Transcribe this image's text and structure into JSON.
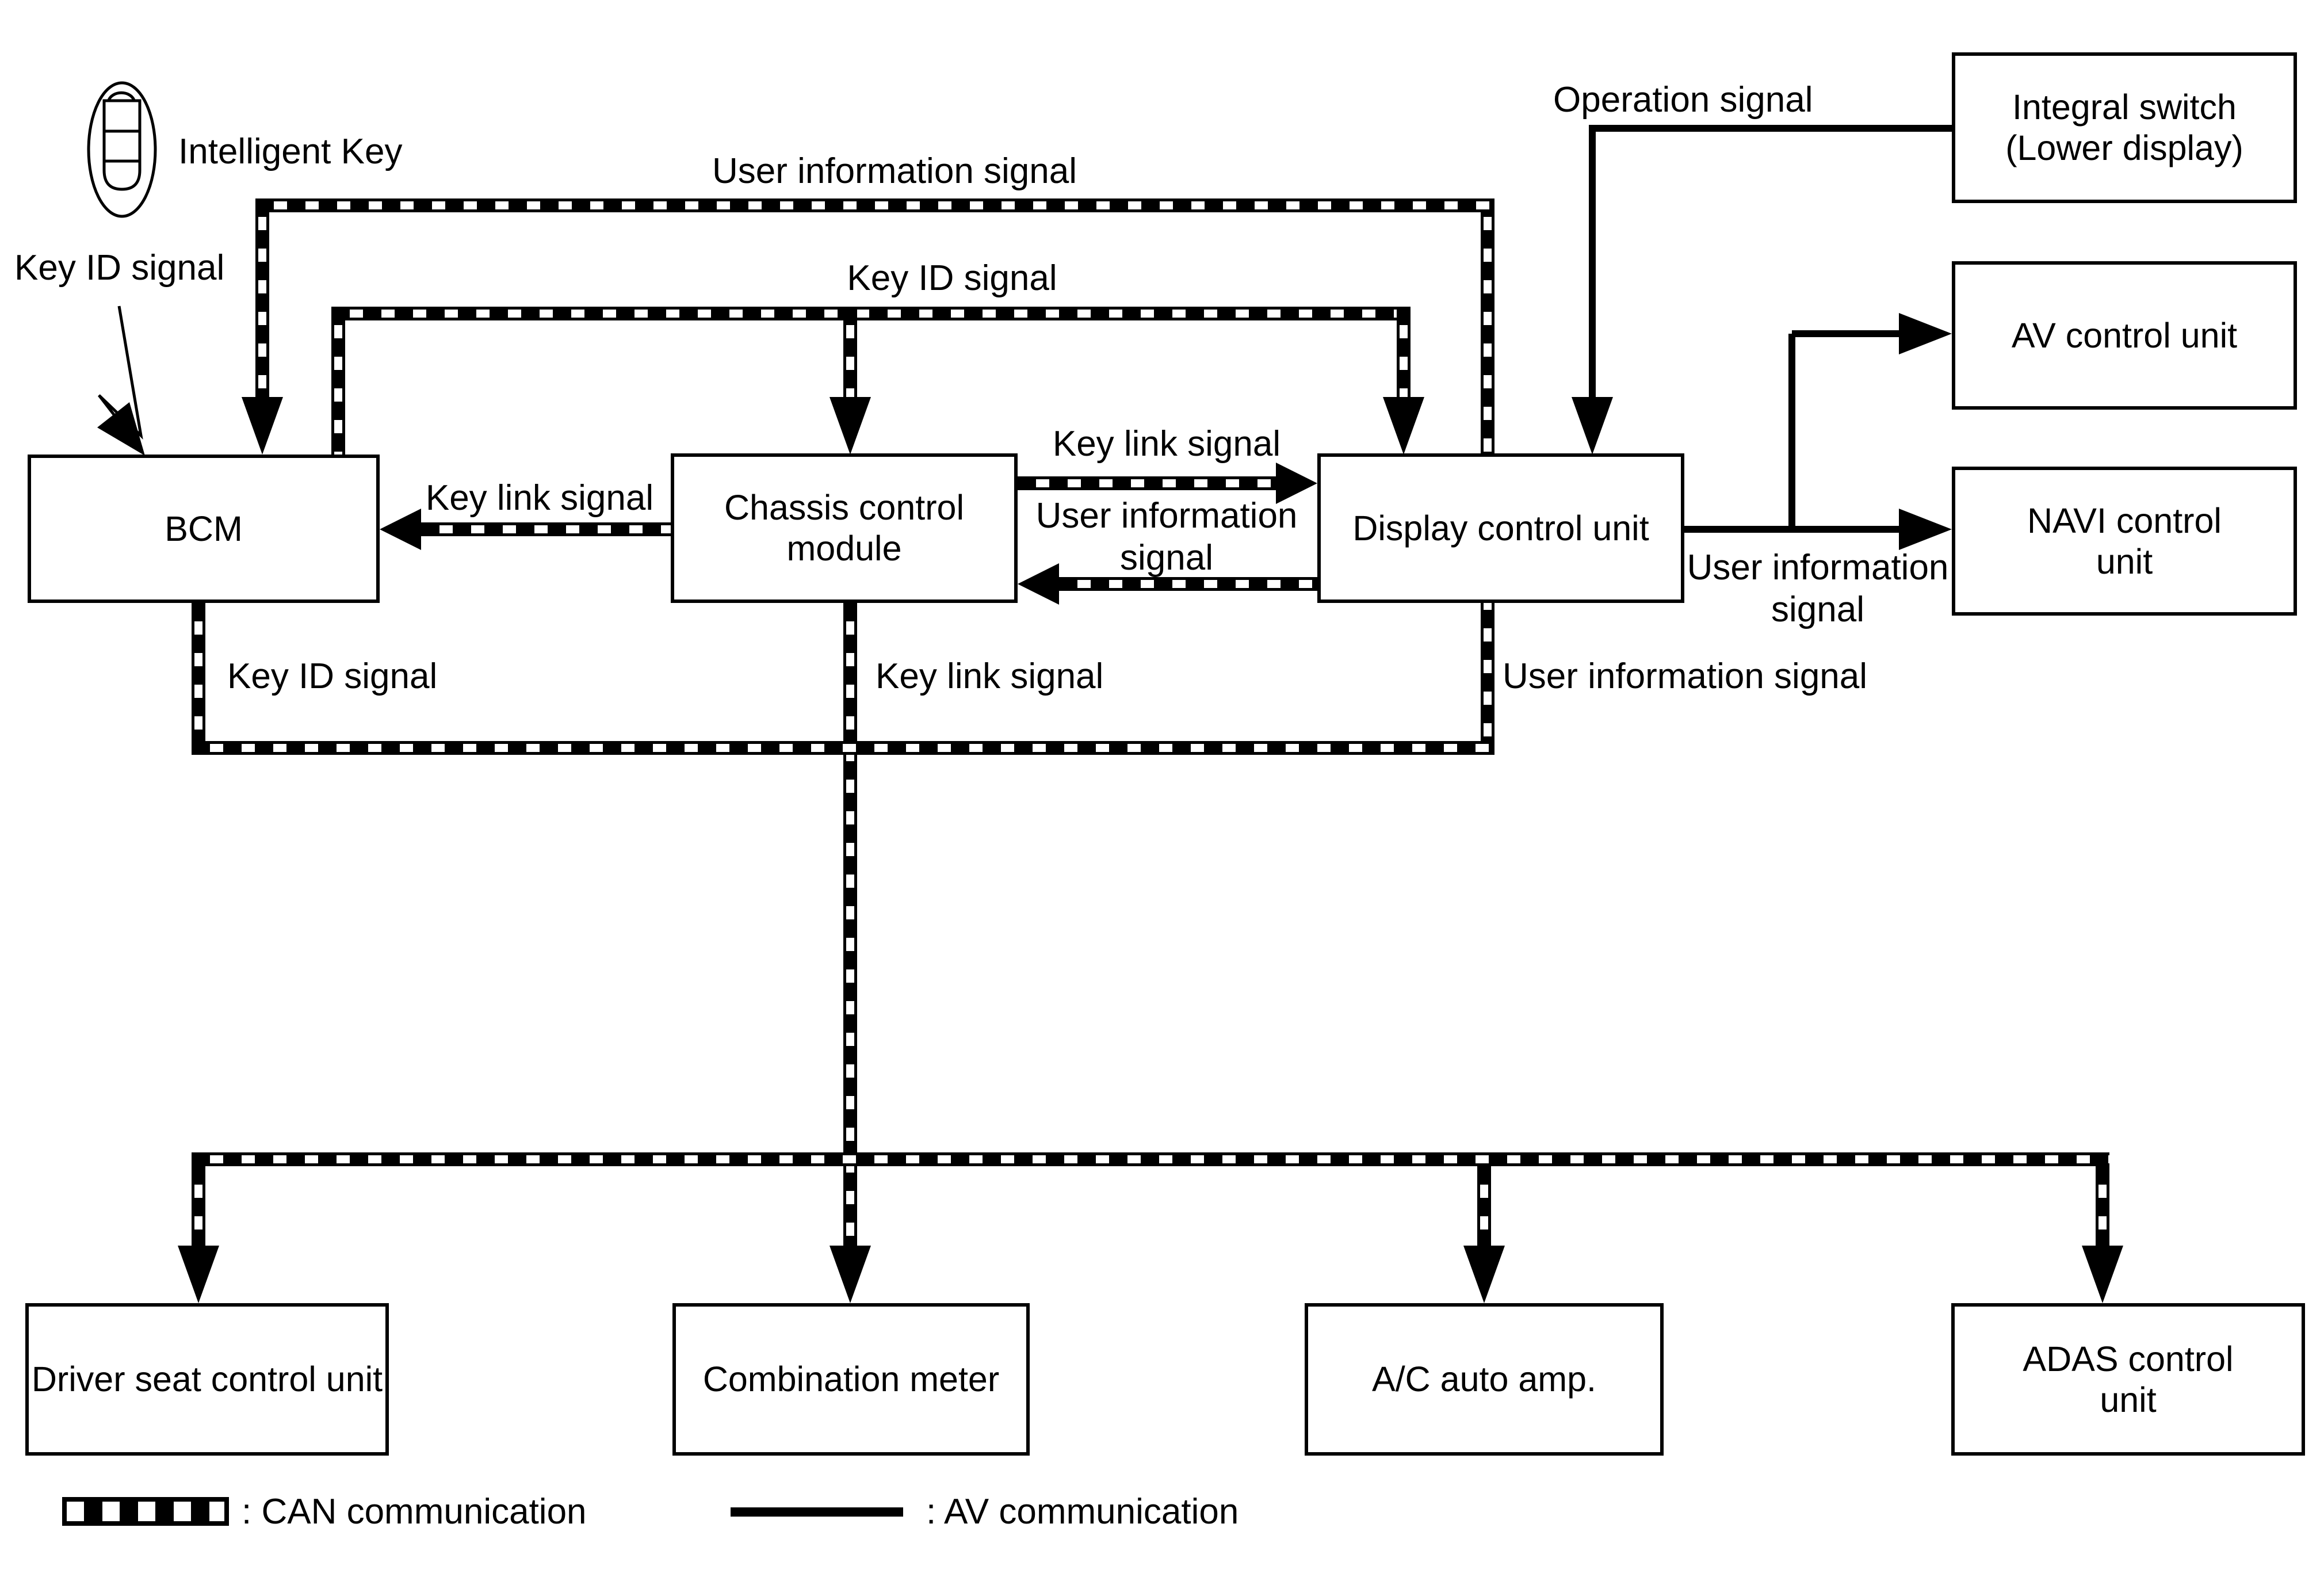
{
  "boxes": {
    "bcm": "BCM",
    "chassis": "Chassis control\nmodule",
    "display": "Display control unit",
    "integral_switch": "Integral switch\n(Lower display)",
    "av": "AV control unit",
    "navi": "NAVI control\nunit",
    "driver_seat": "Driver seat control unit",
    "combination_meter": "Combination meter",
    "ac_auto_amp": "A/C auto amp.",
    "adas": "ADAS control\nunit"
  },
  "labels": {
    "intelligent_key": "Intelligent Key",
    "key_id_callout": "Key ID signal",
    "user_info_top": "User information signal",
    "key_id_line": "Key ID signal",
    "operation": "Operation signal",
    "key_link_to_display": "Key link signal",
    "user_info_mid": "User information\nsignal",
    "key_link_to_bcm": "Key link signal",
    "key_id_below": "Key ID signal",
    "key_link_below": "Key link signal",
    "user_info_below": "User information signal",
    "user_info_right": "User information\nsignal"
  },
  "legend": {
    "can_label": ": CAN communication",
    "av_label": ": AV communication"
  },
  "icons": {
    "intelligent_key_fob": "key-fob-icon"
  },
  "colors": {
    "line": "#000000",
    "background": "#ffffff"
  }
}
